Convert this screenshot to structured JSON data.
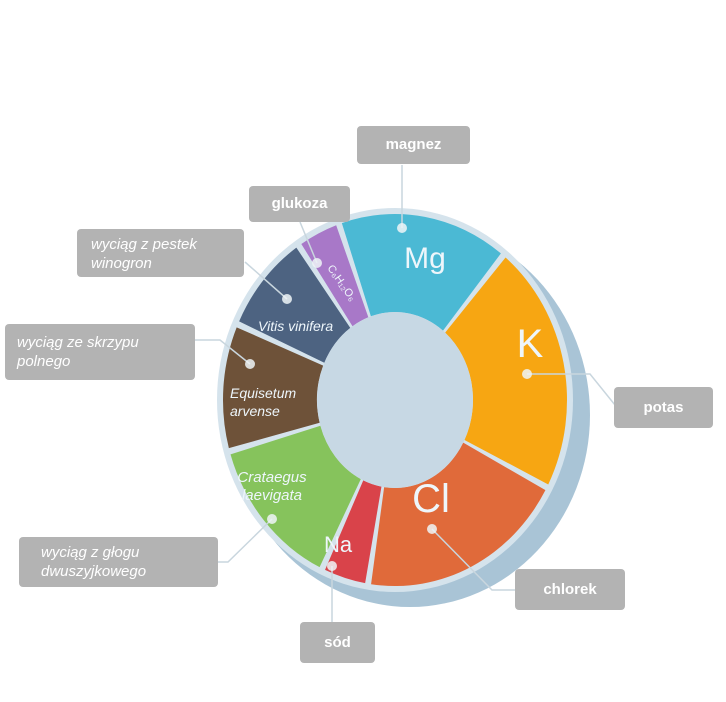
{
  "segments": [
    {
      "id": "mg",
      "symbol": "Mg",
      "from": 342,
      "to": 38,
      "color": "#4bb9d4",
      "callout": "magnez"
    },
    {
      "id": "k",
      "symbol": "K",
      "from": 40,
      "to": 117,
      "color": "#f7a612",
      "callout": "potas"
    },
    {
      "id": "cl",
      "symbol": "Cl",
      "from": 119,
      "to": 188,
      "color": "#e06a3a",
      "callout": "chlorek"
    },
    {
      "id": "na",
      "symbol": "Na",
      "from": 190,
      "to": 204,
      "color": "#d9434a",
      "callout": "sód"
    },
    {
      "id": "crataegus",
      "symbol": "Crataegus laevigata",
      "from": 206,
      "to": 253,
      "color": "#86c35c",
      "callout": "wyciąg z głogu dwuszyjkowego"
    },
    {
      "id": "equisetum",
      "symbol": "Equisetum arvense",
      "from": 255,
      "to": 293,
      "color": "#6e5239",
      "callout": "wyciąg ze skrzypu polnego"
    },
    {
      "id": "vitis",
      "symbol": "Vitis vinifera",
      "from": 295,
      "to": 325,
      "color": "#4d6381",
      "callout": "wyciąg z pestek winogron"
    },
    {
      "id": "glukoza",
      "symbol": "C6H12O6",
      "from": 327,
      "to": 340,
      "color": "#a878c8",
      "callout": "glukoza"
    }
  ],
  "labels": {
    "mg": "Mg",
    "k": "K",
    "cl": "Cl",
    "na": "Na",
    "crataegus_1": "Crataegus",
    "crataegus_2": "laevigata",
    "equisetum_1": "Equisetum",
    "equisetum_2": "arvense",
    "vitis": "Vitis vinifera",
    "glukoza": "C₆H₁₂O₆"
  },
  "callouts": {
    "magnez": "magnez",
    "glukoza": "glukoza",
    "winogron": "wyciąg z pestek winogron",
    "skrzyp": "wyciąg ze skrzypu polnego",
    "potas": "potas",
    "glog": "wyciąg z głogu dwuszyjkowego",
    "chlorek": "chlorek",
    "sod": "sód"
  },
  "colors": {
    "callout_bg": "#b3b3b3",
    "hub": "#c7d8e4",
    "rim": "#a9c4d6"
  }
}
